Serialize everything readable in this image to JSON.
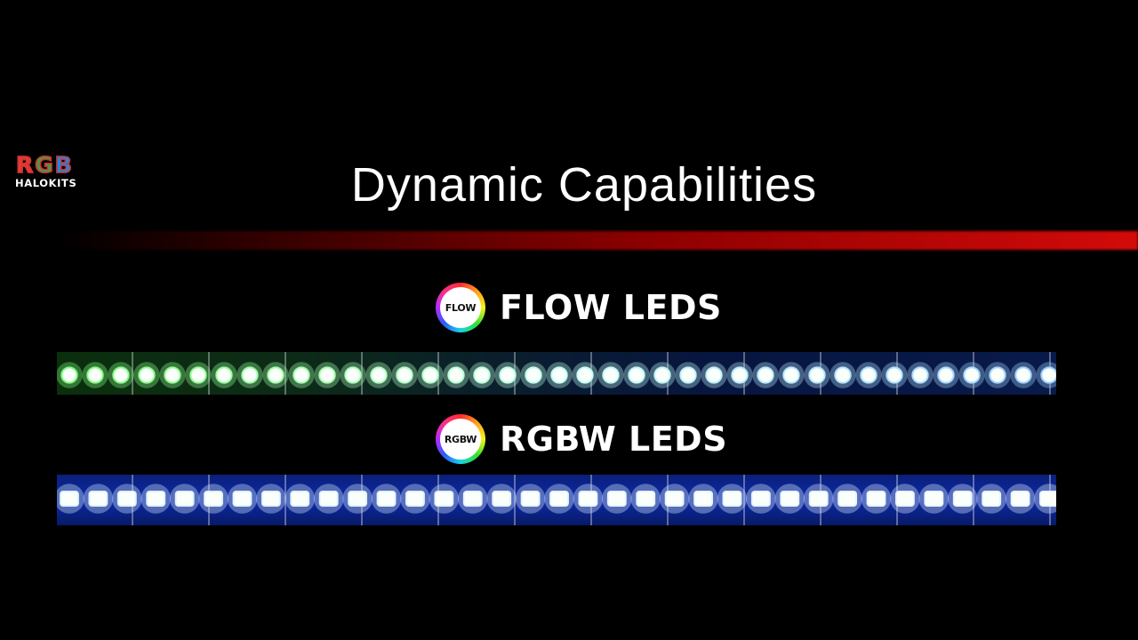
{
  "brand": {
    "logo_text": "RGB",
    "name": "HALOKITS"
  },
  "title": "Dynamic Capabilities",
  "sections": [
    {
      "badge": "FLOW",
      "label": "FLOW LEDS",
      "led_colors": [
        "#7dff7d",
        "#a8ffb0",
        "#c2fff0",
        "#b9e8ff",
        "#9fd0ff"
      ]
    },
    {
      "badge": "RGBW",
      "label": "RGBW LEDS",
      "led_colors": [
        "#dff3ff",
        "#eaf6ff"
      ]
    }
  ],
  "colors": {
    "background": "#000000",
    "accent": "#d40a0a"
  }
}
